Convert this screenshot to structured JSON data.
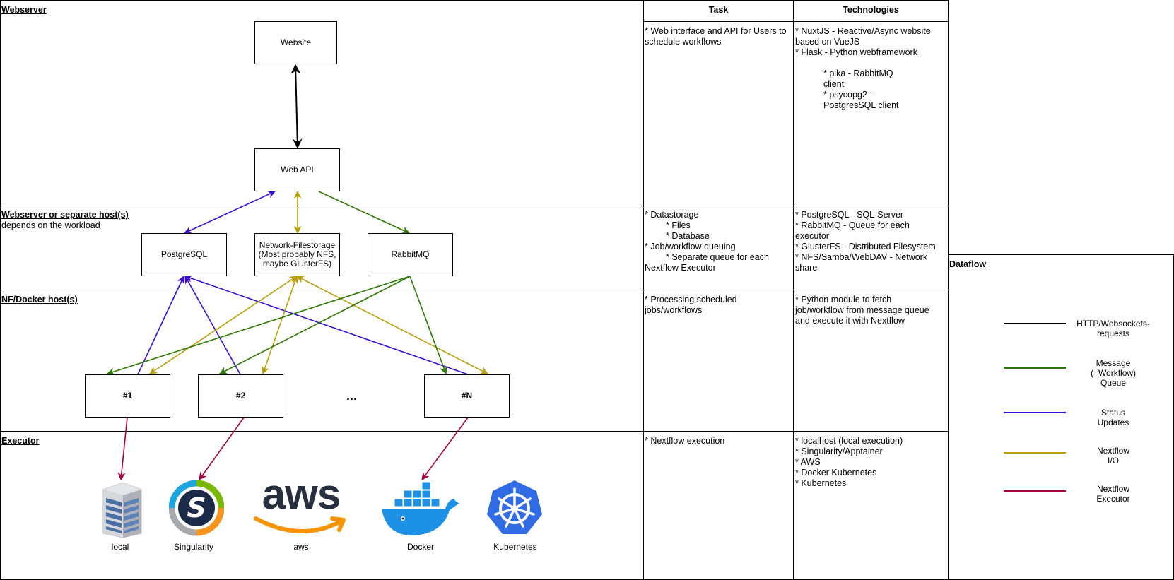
{
  "sections": {
    "webserver": {
      "title": "Webserver"
    },
    "storage": {
      "title": "Webserver or separate host(s)",
      "subtitle": "depends on the workload"
    },
    "nfhost": {
      "title": "NF/Docker host(s)"
    },
    "executor": {
      "title": "Executor"
    }
  },
  "headers": {
    "task": "Task",
    "technologies": "Technologies"
  },
  "tasks": {
    "webserver": [
      {
        "text": "* Web interface and API for Users to",
        "indent": 0
      },
      {
        "text": "schedule workflows",
        "indent": 0
      }
    ],
    "storage": [
      {
        "text": "* Datastorage",
        "indent": 0
      },
      {
        "text": "* Files",
        "indent": 1
      },
      {
        "text": "* Database",
        "indent": 1
      },
      {
        "text": "* Job/workflow queuing",
        "indent": 0
      },
      {
        "text": "* Separate queue for each",
        "indent": 1
      },
      {
        "text": "Nextflow Executor",
        "indent": 0
      }
    ],
    "nfhost": [
      {
        "text": "* Processing scheduled",
        "indent": 0
      },
      {
        "text": "jobs/workflows",
        "indent": 0
      }
    ],
    "executor": [
      {
        "text": "* Nextflow execution",
        "indent": 0
      }
    ]
  },
  "technologies": {
    "webserver": [
      {
        "text": "* NuxtJS - Reactive/Async website",
        "indent": 0
      },
      {
        "text": "based on VueJS",
        "indent": 0
      },
      {
        "text": "* Flask - Python webframework",
        "indent": 0
      },
      {
        "text": "",
        "indent": 0
      },
      {
        "text": "* pika - RabbitMQ",
        "indent": 2
      },
      {
        "text": "client",
        "indent": 2
      },
      {
        "text": "* psycopg2 -",
        "indent": 2
      },
      {
        "text": "PostgresSQL client",
        "indent": 2
      }
    ],
    "storage": [
      {
        "text": "* PostgreSQL - SQL-Server",
        "indent": 0
      },
      {
        "text": "* RabbitMQ - Queue for each",
        "indent": 0
      },
      {
        "text": "executor",
        "indent": 0
      },
      {
        "text": "* GlusterFS - Distributed Filesystem",
        "indent": 0
      },
      {
        "text": "* NFS/Samba/WebDAV - Network",
        "indent": 0
      },
      {
        "text": "share",
        "indent": 0
      }
    ],
    "nfhost": [
      {
        "text": "* Python module to fetch",
        "indent": 0
      },
      {
        "text": "job/workflow from message queue",
        "indent": 0
      },
      {
        "text": "and execute it with Nextflow",
        "indent": 0
      }
    ],
    "executor": [
      {
        "text": "* localhost (local execution)",
        "indent": 0
      },
      {
        "text": "* Singularity/Apptainer",
        "indent": 0
      },
      {
        "text": "* AWS",
        "indent": 0
      },
      {
        "text": "* Docker Kubernetes",
        "indent": 0
      },
      {
        "text": "* Kubernetes",
        "indent": 0
      }
    ]
  },
  "nodes": {
    "website": "Website",
    "webapi": "Web API",
    "postgres": "PostgreSQL",
    "netfs": [
      "Network-Filestorage",
      "(Most probably NFS,",
      "maybe GlusterFS)"
    ],
    "rabbitmq": "RabbitMQ",
    "exec1": "#1",
    "exec2": "#2",
    "ellipsis": "...",
    "execN": "#N"
  },
  "executors": {
    "local": "local",
    "singularity": "Singularity",
    "aws": "aws",
    "docker": "Docker",
    "kubernetes": "Kubernetes"
  },
  "aws_logo_text": "aws",
  "legend": {
    "title": "Dataflow",
    "items": [
      {
        "key": "http",
        "label": [
          "HTTP/Websockets-",
          "requests"
        ],
        "color": "#000000"
      },
      {
        "key": "queue",
        "label": [
          "Message",
          "(=Workflow)",
          "Queue"
        ],
        "color": "#2d7600"
      },
      {
        "key": "status",
        "label": [
          "Status",
          "Updates"
        ],
        "color": "#3b0ed0"
      },
      {
        "key": "io",
        "label": [
          "Nextflow",
          "I/O"
        ],
        "color": "#b89f09"
      },
      {
        "key": "executor",
        "label": [
          "Nextflow",
          "Executor"
        ],
        "color": "#a50040"
      }
    ]
  },
  "colors": {
    "http": "#000000",
    "queue": "#2d7600",
    "status": "#3b0ed0",
    "io": "#b89f09",
    "executor": "#a50040",
    "docker": "#1d91e6",
    "kubernetes": "#326ce5",
    "aws_orange": "#f79400",
    "aws_text": "#252f3e"
  }
}
